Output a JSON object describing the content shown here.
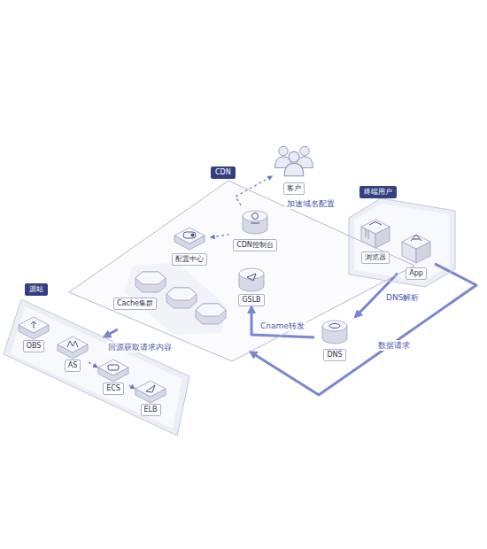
{
  "diagram": {
    "nodes": [
      {
        "text": [
          "CDN"
        ]
      },
      {
        "text": [
          "客户"
        ]
      },
      {
        "text": [
          "CDN控制台"
        ],
        "in": 0
      },
      {
        "text": [
          "配置中心"
        ],
        "in": 0
      },
      {
        "text": [
          "GSLB"
        ],
        "in": 0
      },
      {
        "text": [
          "Cache集群"
        ],
        "in": 0
      },
      {
        "text": [
          "终端用户"
        ]
      },
      {
        "text": [
          "浏览器"
        ],
        "in": 6
      },
      {
        "text": [
          "App"
        ],
        "in": 6
      },
      {
        "text": [
          "DNS"
        ]
      },
      {
        "text": [
          "源站"
        ]
      },
      {
        "text": [
          "OBS"
        ],
        "in": 10
      },
      {
        "text": [
          "AS"
        ],
        "in": 10
      },
      {
        "text": [
          "ECS"
        ],
        "in": 10
      },
      {
        "text": [
          "ELB"
        ],
        "in": 10
      }
    ],
    "edges": [
      {
        "from": 2,
        "to": 1,
        "label": "加速域名配置",
        "arrow": "to"
      },
      {
        "from": 2,
        "to": 3,
        "arrow": "to"
      },
      {
        "from": 8,
        "to": 9,
        "label": "DNS解析",
        "arrow": "to"
      },
      {
        "from": 9,
        "to": 4,
        "label": "Cname转发",
        "arrow": "to"
      },
      {
        "from": 8,
        "to": 0,
        "label": "数据请求",
        "arrow": "to"
      },
      {
        "from": 5,
        "to": 10,
        "label": "回源获取请求内容",
        "arrow": "to"
      },
      {
        "from": 12,
        "to": 13,
        "arrow": "to"
      },
      {
        "from": 13,
        "to": 14,
        "arrow": "to"
      }
    ]
  }
}
